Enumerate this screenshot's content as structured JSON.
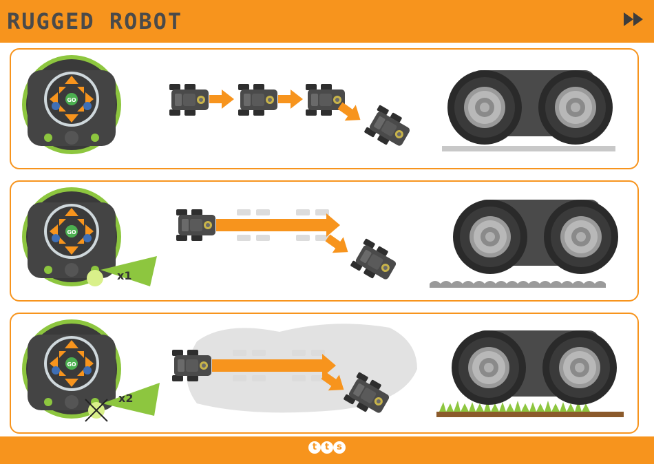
{
  "header": {
    "title": "RUGGED ROBOT",
    "forward_icon": "fast-forward-icon"
  },
  "remote": {
    "go_label": "GO"
  },
  "panels": [
    {
      "id": "panel-1",
      "press_label": ""
    },
    {
      "id": "panel-2",
      "press_label": "x1"
    },
    {
      "id": "panel-3",
      "press_label": "x2"
    }
  ],
  "footer": {
    "logo_letters": [
      "t",
      "t",
      "s"
    ]
  },
  "colors": {
    "accent": "#f7941d",
    "robot": "#3d3d3d",
    "green": "#8dc63f",
    "grey": "#c8c8c8"
  }
}
